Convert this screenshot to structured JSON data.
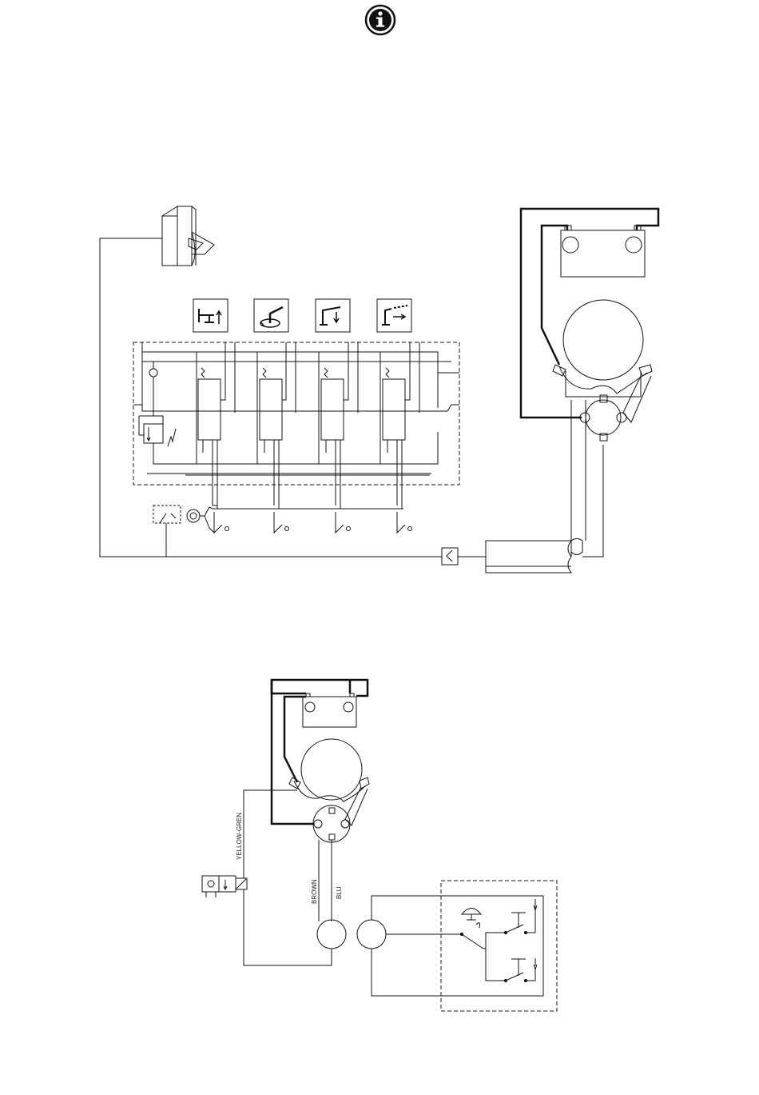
{
  "header": {
    "icon": "info-icon"
  },
  "diagram_top": {
    "control_icons": [
      "telescope-extend-icon",
      "slewing-icon",
      "boom-lift-icon",
      "jib-extend-icon"
    ],
    "components": [
      "remote-control-unit",
      "control-valve-block",
      "pump",
      "battery",
      "motor",
      "solenoid-valve"
    ]
  },
  "diagram_bottom": {
    "wire_labels": {
      "yellow_green": "YELLOW-GREN",
      "brown": "BROWN",
      "blue": "BLU"
    },
    "components": [
      "battery",
      "motor",
      "solenoid-valve",
      "connector-left",
      "connector-right",
      "switch-box"
    ]
  }
}
